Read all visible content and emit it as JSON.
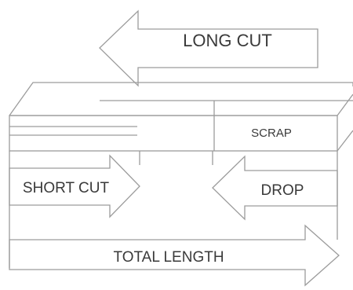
{
  "labels": {
    "long_cut": "LONG CUT",
    "scrap": "SCRAP",
    "short_cut": "SHORT CUT",
    "drop": "DROP",
    "total_length": "TOTAL LENGTH"
  },
  "colors": {
    "line": "#9c9c9c",
    "text": "#3a3a3a",
    "background": "#ffffff"
  }
}
